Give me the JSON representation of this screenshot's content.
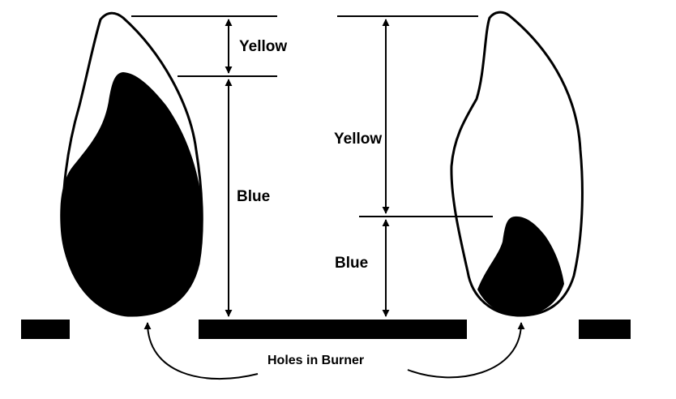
{
  "labels": {
    "left_upper_zone": "Yellow",
    "left_lower_zone": "Blue",
    "right_upper_zone": "Yellow",
    "right_lower_zone": "Blue",
    "burner_holes": "Holes in Burner"
  },
  "colors": {
    "ink": "#000000",
    "background": "#ffffff"
  }
}
